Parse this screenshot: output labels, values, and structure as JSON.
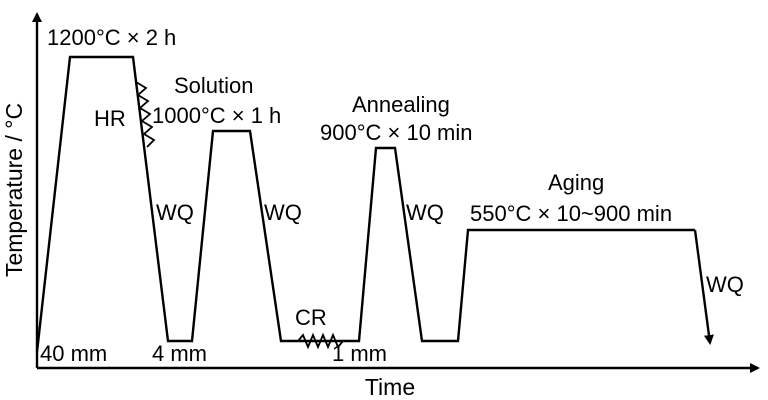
{
  "axes": {
    "y_label": "Temperature / °C",
    "x_label": "Time"
  },
  "labels": {
    "step1": "1200°C × 2 h",
    "hr": "HR",
    "solution_title": "Solution",
    "solution_cond": "1000°C × 1 h",
    "wq1": "WQ",
    "wq2": "WQ",
    "annealing_title": "Annealing",
    "annealing_cond": "900°C × 10 min",
    "wq3": "WQ",
    "aging_title": "Aging",
    "aging_cond": "550°C × 10~900 min",
    "wq4": "WQ",
    "cr": "CR",
    "thk_40": "40 mm",
    "thk_4": "4 mm",
    "thk_1": "1 mm"
  }
}
